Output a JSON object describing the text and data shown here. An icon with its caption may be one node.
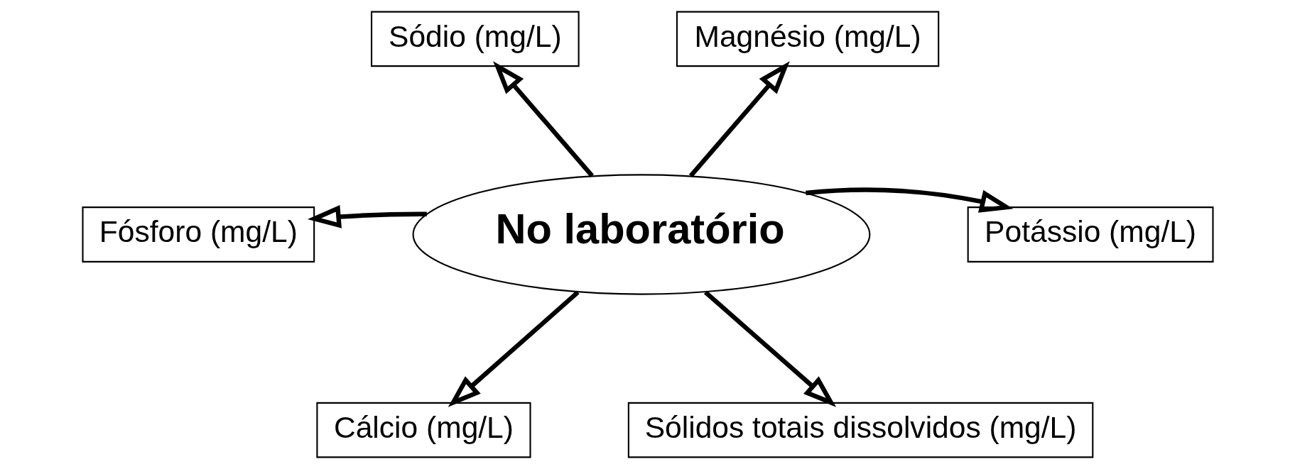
{
  "diagram": {
    "nodes": [
      {
        "text": [
          "Sódio (mg/L)"
        ]
      },
      {
        "text": [
          "Magnésio (mg/L)"
        ]
      },
      {
        "text": [
          "Fósforo (mg/L)"
        ]
      },
      {
        "text": [
          "No laboratório"
        ]
      },
      {
        "text": [
          "Potássio (mg/L)"
        ]
      },
      {
        "text": [
          "Cálcio (mg/L)"
        ]
      },
      {
        "text": [
          "Sólidos totais dissolvidos (mg/L)"
        ]
      }
    ],
    "edges": [
      {
        "from": 3,
        "to": 0,
        "arrow": "to"
      },
      {
        "from": 3,
        "to": 1,
        "arrow": "to"
      },
      {
        "from": 3,
        "to": 2,
        "arrow": "to"
      },
      {
        "from": 3,
        "to": 4,
        "arrow": "to"
      },
      {
        "from": 3,
        "to": 5,
        "arrow": "to"
      },
      {
        "from": 3,
        "to": 6,
        "arrow": "to"
      }
    ]
  }
}
